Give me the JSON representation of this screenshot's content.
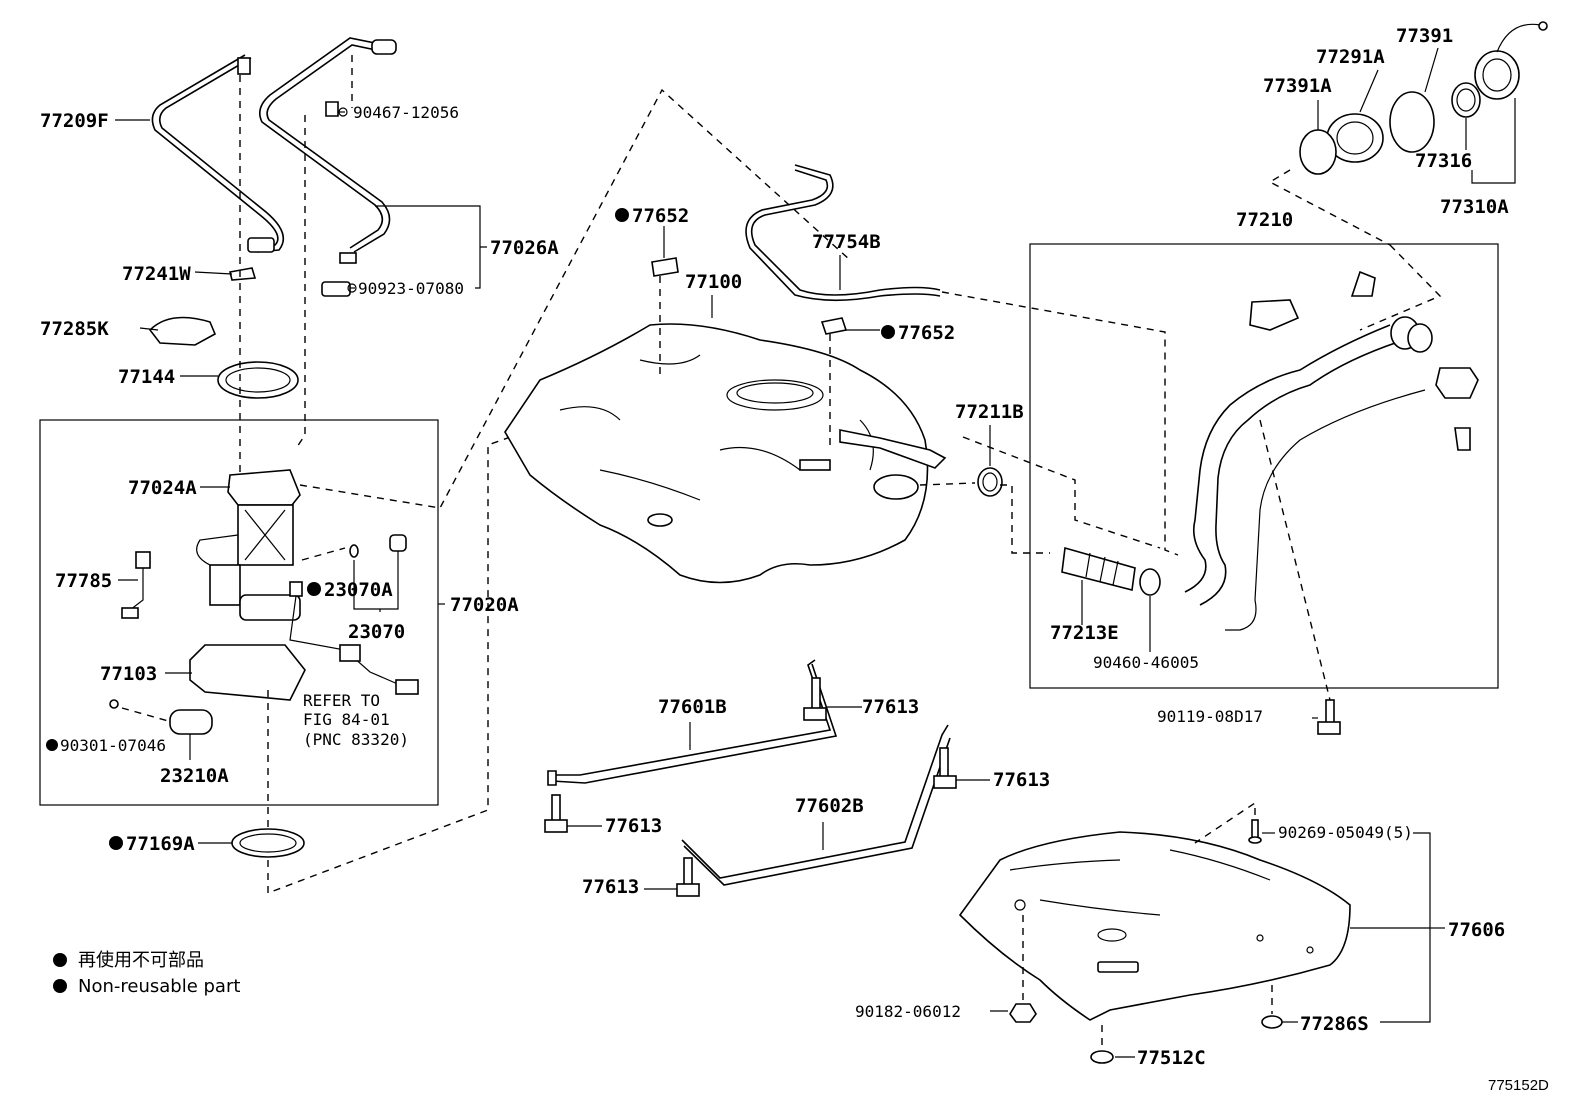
{
  "labels": {
    "p77209F": "77209F",
    "p90467": "90467-12056",
    "p77026A": "77026A",
    "p77241W": "77241W",
    "p90923": "90923-07080",
    "p77285K": "77285K",
    "p77144": "77144",
    "p77024A": "77024A",
    "p77785": "77785",
    "p23070A": "23070A",
    "p23070": "23070",
    "p77020A": "77020A",
    "p77103": "77103",
    "refer1": "REFER TO",
    "refer2": "FIG 84-01",
    "refer3": "(PNC 83320)",
    "p90301": "90301-07046",
    "p23210A": "23210A",
    "p77169A": "77169A",
    "p77652a": "77652",
    "p77100": "77100",
    "p77754B": "77754B",
    "p77652b": "77652",
    "p77211B": "77211B",
    "p77601B": "77601B",
    "p77613a": "77613",
    "p77613b": "77613",
    "p77602B": "77602B",
    "p77613c": "77613",
    "p77613d": "77613",
    "p77391": "77391",
    "p77291A": "77291A",
    "p77391A": "77391A",
    "p77316": "77316",
    "p77310A": "77310A",
    "p77210": "77210",
    "p77213E": "77213E",
    "p90460": "90460-46005",
    "p90119": "90119-08D17",
    "p90269": "90269-05049(5)",
    "p77606": "77606",
    "p90182": "90182-06012",
    "p77286S": "77286S",
    "p77512C": "77512C"
  },
  "legend": {
    "jp": "再使用不可部品",
    "en": "Non-reusable part"
  },
  "figure_id": "775152D"
}
